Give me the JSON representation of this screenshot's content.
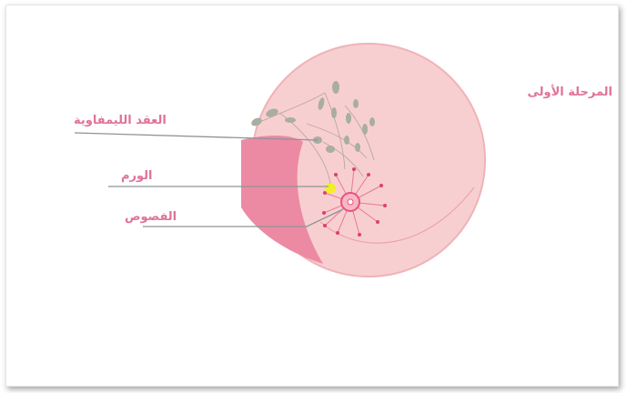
{
  "labels": {
    "stage": "المرحلة الأولى",
    "lymph_nodes": "العقد الليمفاوية",
    "tumor": "الورم",
    "lobes": "الفصوص"
  },
  "colors": {
    "label_text": "#e0729a",
    "breast_fill": "#f8cfd0",
    "breast_outline": "#efb3b8",
    "chest_wall": "#ec8aa4",
    "leader_line": "#8d9398",
    "lymph_node": "#a9ada2",
    "tumor": "#f2ee2a",
    "nipple": "#e8527e",
    "duct_tip": "#de3f6d"
  },
  "icons": [
    "breast-cross-section-illustration",
    "tumor-dot",
    "lymph-node-cluster"
  ]
}
